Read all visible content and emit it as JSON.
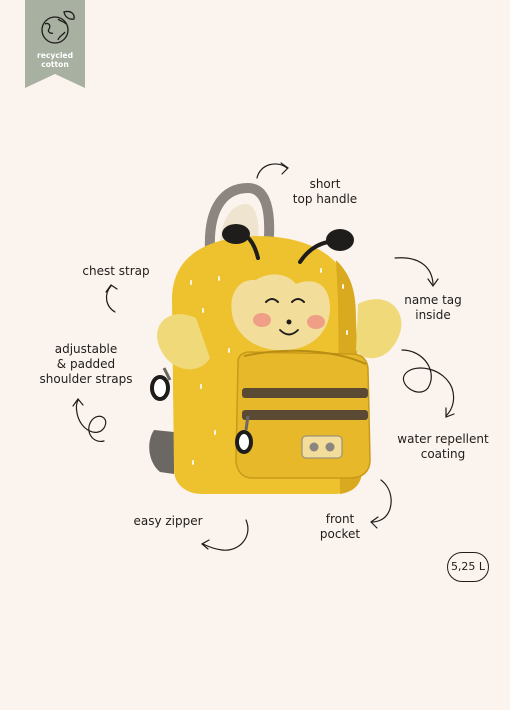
{
  "badge": {
    "icon": "earth-leaf-icon",
    "line1": "recycled",
    "line2": "cotton",
    "color": "#a7b0a1"
  },
  "features": {
    "top_handle": [
      "short",
      "top handle"
    ],
    "chest_strap": [
      "chest strap"
    ],
    "name_tag": [
      "name tag",
      "inside"
    ],
    "shoulder_straps": [
      "adjustable",
      "& padded",
      "shoulder straps"
    ],
    "water_repellent": [
      "water repellent",
      "coating"
    ],
    "easy_zipper": [
      "easy zipper"
    ],
    "front_pocket": [
      "front",
      "pocket"
    ]
  },
  "volume": "5,25 L",
  "colors": {
    "background": "#fbf3ee",
    "bag_yellow": "#eec22f",
    "stripe_brown": "#5a4a33",
    "face_cream": "#f2dd9a",
    "cheek_pink": "#ef9f86"
  }
}
